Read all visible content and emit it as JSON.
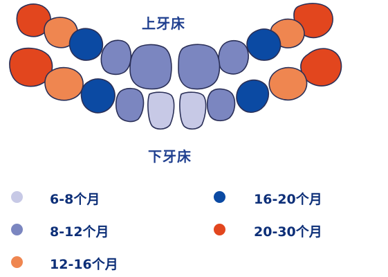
{
  "labels": {
    "upper_jaw": "上牙床",
    "lower_jaw": "下牙床"
  },
  "colors": {
    "months_6_8": "#c7c9e6",
    "months_8_12": "#7b86c0",
    "months_12_16": "#ef8650",
    "months_16_20": "#0b4aa3",
    "months_20_30": "#e2461e",
    "outline": "#2a2f57"
  },
  "legend": [
    {
      "label": "6-8个月",
      "color": "#c7c9e6"
    },
    {
      "label": "8-12个月",
      "color": "#7b86c0"
    },
    {
      "label": "12-16个月",
      "color": "#ef8650"
    },
    {
      "label": "16-20个月",
      "color": "#0b4aa3"
    },
    {
      "label": "20-30个月",
      "color": "#e2461e"
    }
  ]
}
